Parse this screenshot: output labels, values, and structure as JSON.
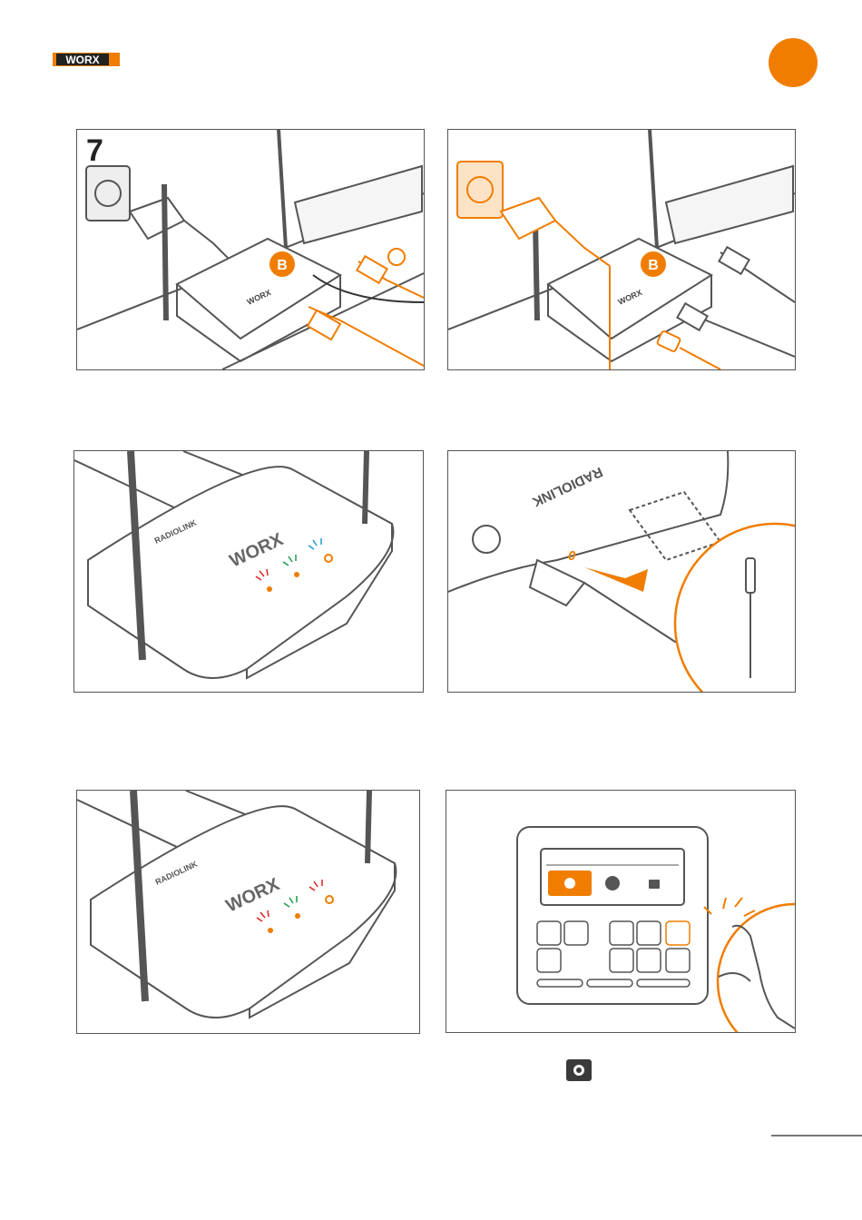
{
  "header": {
    "logo_text": "WORX",
    "accent_color": "#f07d00"
  },
  "panels": [
    {
      "step": "7",
      "label_b": "B",
      "brand": "WORX"
    },
    {
      "label_b": "B",
      "brand": "WORX"
    },
    {
      "brand": "WORX",
      "sub_brand": "RADIOLINK"
    },
    {
      "sub_brand": "RADIOLINK",
      "mark": "0"
    },
    {
      "brand": "WORX",
      "sub_brand": "RADIOLINK"
    },
    {
      "note": ""
    }
  ],
  "icons": {
    "settings": "settings-gear-icon",
    "clock": "clock-icon",
    "lock": "lock-icon"
  }
}
